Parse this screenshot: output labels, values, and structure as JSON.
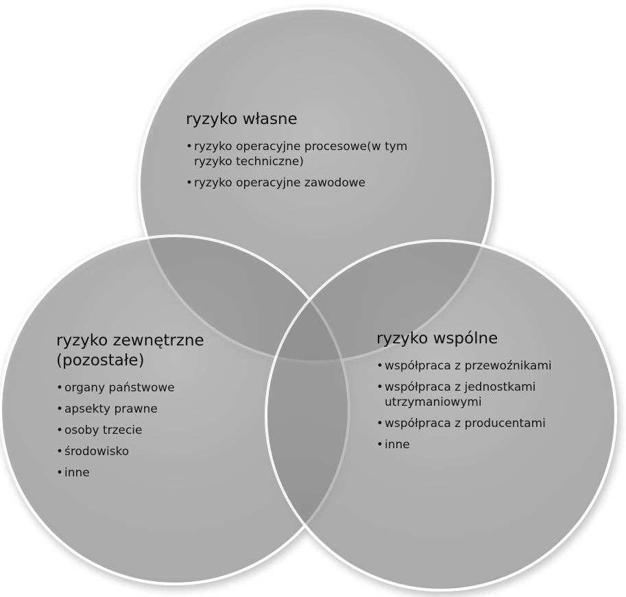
{
  "circles": {
    "top": {
      "title": "ryzyko własne",
      "items": [
        "ryzyko operacyjne procesowe(w tym ryzyko techniczne)",
        "ryzyko operacyjne zawodowe"
      ]
    },
    "left": {
      "title": "ryzyko zewnętrzne (pozostałe)",
      "items": [
        "organy państwowe",
        "apsekty prawne",
        "osoby trzecie",
        "środowisko",
        "inne"
      ]
    },
    "right": {
      "title": "ryzyko wspólne",
      "items": [
        "współpraca z przewoźnikami",
        "współpraca z jednostkami utrzymaniowymi",
        "współpraca z producentami",
        "inne"
      ]
    }
  },
  "colors": {
    "fill": "#9c9c9c",
    "stroke": "#ffffff",
    "text": "#111111"
  }
}
